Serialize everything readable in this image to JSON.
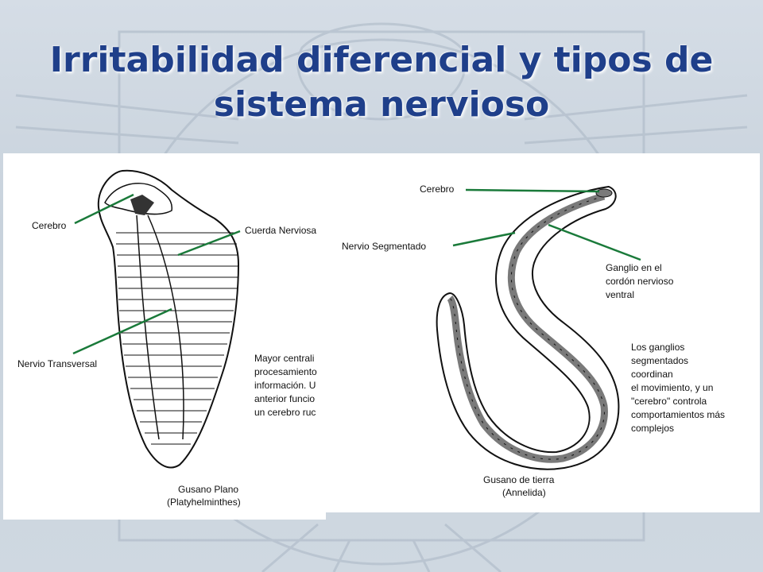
{
  "title": {
    "line1": "Irritabilidad diferencial y tipos de",
    "line2": "sistema nervioso"
  },
  "flatworm": {
    "label_brain": "Cerebro",
    "label_nerve_cord": "Cuerda Nerviosa",
    "label_transverse": "Nervio Transversal",
    "note": "Mayor centrali\nprocesamiento\ninformación. U\nanterior funcio\nun cerebro ruc",
    "caption_line1": "Gusano Plano",
    "caption_line2": "(Platyhelminthes)"
  },
  "earthworm": {
    "label_brain": "Cerebro",
    "label_segmented": "Nervio Segmentado",
    "label_ganglia": "Ganglio en el\ncordón nervioso\nventral",
    "note": "Los ganglios\nsegmentados\ncoordinan\nel movimiento, y un\n\"cerebro\" controla\ncomportamientos más\ncomplejos",
    "caption_line1": "Gusano de tierra",
    "caption_line2": "(Annelida)"
  },
  "colors": {
    "title": "#1f3f8a",
    "pointer_line": "#1a7a3a",
    "nerve_gray": "#7a7a7a"
  }
}
